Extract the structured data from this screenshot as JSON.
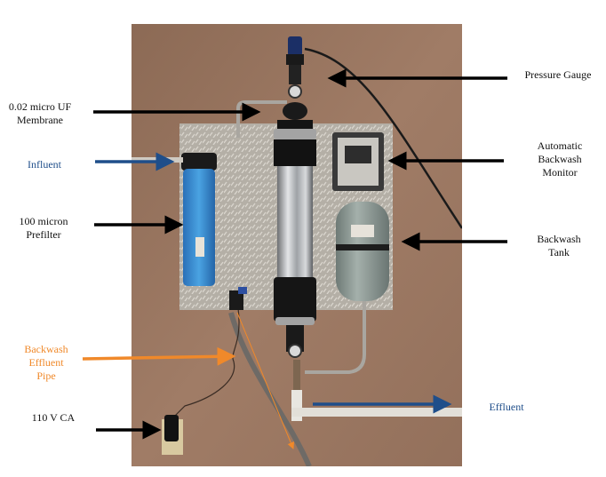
{
  "labels": {
    "uf_membrane": [
      "0.02 micro UF",
      "Membrane"
    ],
    "influent": "Influent",
    "prefilter": [
      "100 micron",
      "Prefilter"
    ],
    "backwash_effluent_pipe": [
      "Backwash",
      "Effluent",
      "Pipe"
    ],
    "power": "110 V CA",
    "pressure_gauge": "Pressure Gauge",
    "backwash_monitor": [
      "Automatic",
      "Backwash",
      "Monitor"
    ],
    "backwash_tank": [
      "Backwash",
      "Tank"
    ],
    "effluent": "Effluent"
  },
  "colors": {
    "black_arrow": "#000000",
    "flow_blue": "#1f4e8a",
    "backwash_orange": "#f0892a",
    "wall": "#9a7560",
    "plate": "#b9b4ab",
    "prefilter_housing": "#3a8fd0",
    "tank": "#8a9893"
  }
}
